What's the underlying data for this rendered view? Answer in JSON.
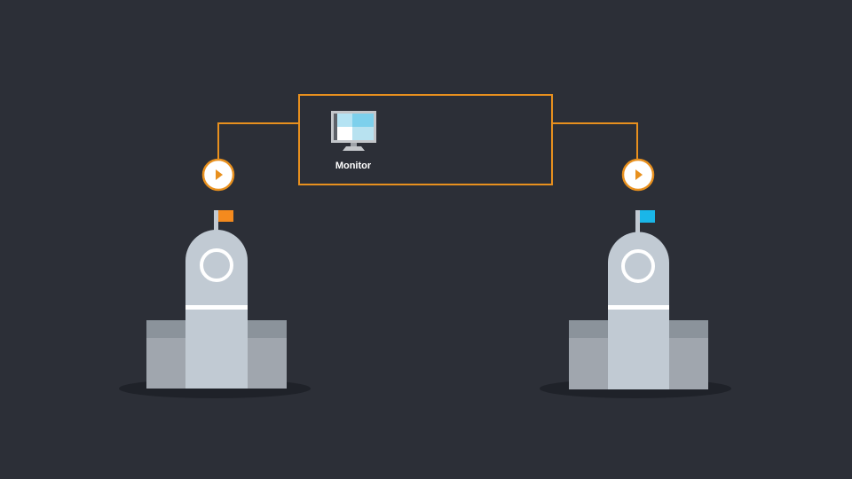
{
  "diagram": {
    "background": "#2c2f37",
    "connector_color": "#e8901e",
    "monitor_box": {
      "label": "Monitor",
      "icon": "monitor-icon"
    },
    "nodes": [
      {
        "id": "left-building",
        "flag_color": "#f48a1e",
        "play_icon": "play-icon"
      },
      {
        "id": "right-building",
        "flag_color": "#1ab6e8",
        "play_icon": "play-icon"
      }
    ]
  }
}
